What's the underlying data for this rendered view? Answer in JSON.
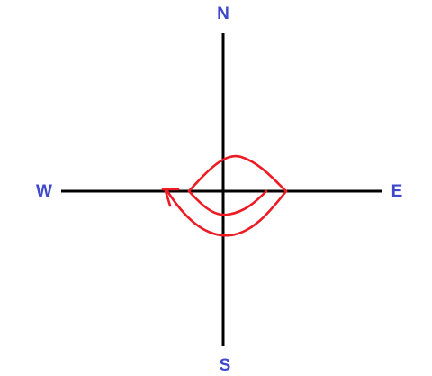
{
  "labels": {
    "north": "N",
    "south": "S",
    "east": "E",
    "west": "W"
  },
  "colors": {
    "axis": "#000000",
    "label": "#3f48cc",
    "path": "#ed1c24",
    "background": "#ffffff"
  }
}
